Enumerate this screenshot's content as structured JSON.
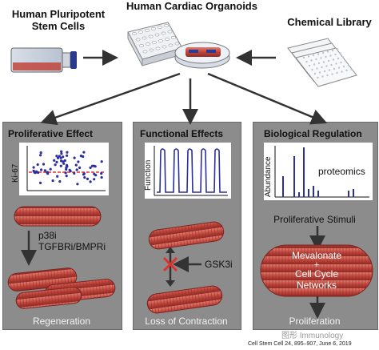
{
  "header": {
    "left": "Human Pluripotent\nStem Cells",
    "center": "Human Cardiac Organoids",
    "right": "Chemical Library"
  },
  "panels": {
    "left": {
      "title": "Proliferative Effect",
      "ylabel": "Ki-67",
      "inhibitor_line1": "p38i",
      "inhibitor_line2": "TGFBRi/BMPRi",
      "caption": "Regeneration"
    },
    "middle": {
      "title": "Functional Effects",
      "ylabel": "Function",
      "inhibitor": "GSK3i",
      "caption": "Loss of Contraction"
    },
    "right": {
      "title": "Biological Regulation",
      "ylabel": "Abundance",
      "chart_label": "proteomics",
      "stimuli": "Proliferative Stimuli",
      "pathway_line1": "Mevalonate",
      "pathway_plus": "+",
      "pathway_line2": "Cell Cycle",
      "pathway_line3": "Networks",
      "caption": "Proliferation"
    }
  },
  "footer": "Cell Stem Cell 24, 895–907, June 6, 2019",
  "watermark": "图形 Immunology",
  "colors": {
    "panel": "#8c8c8c",
    "muscle": "#c0453c",
    "trace": "#2b2f9e",
    "threshold": "#e0322d"
  }
}
